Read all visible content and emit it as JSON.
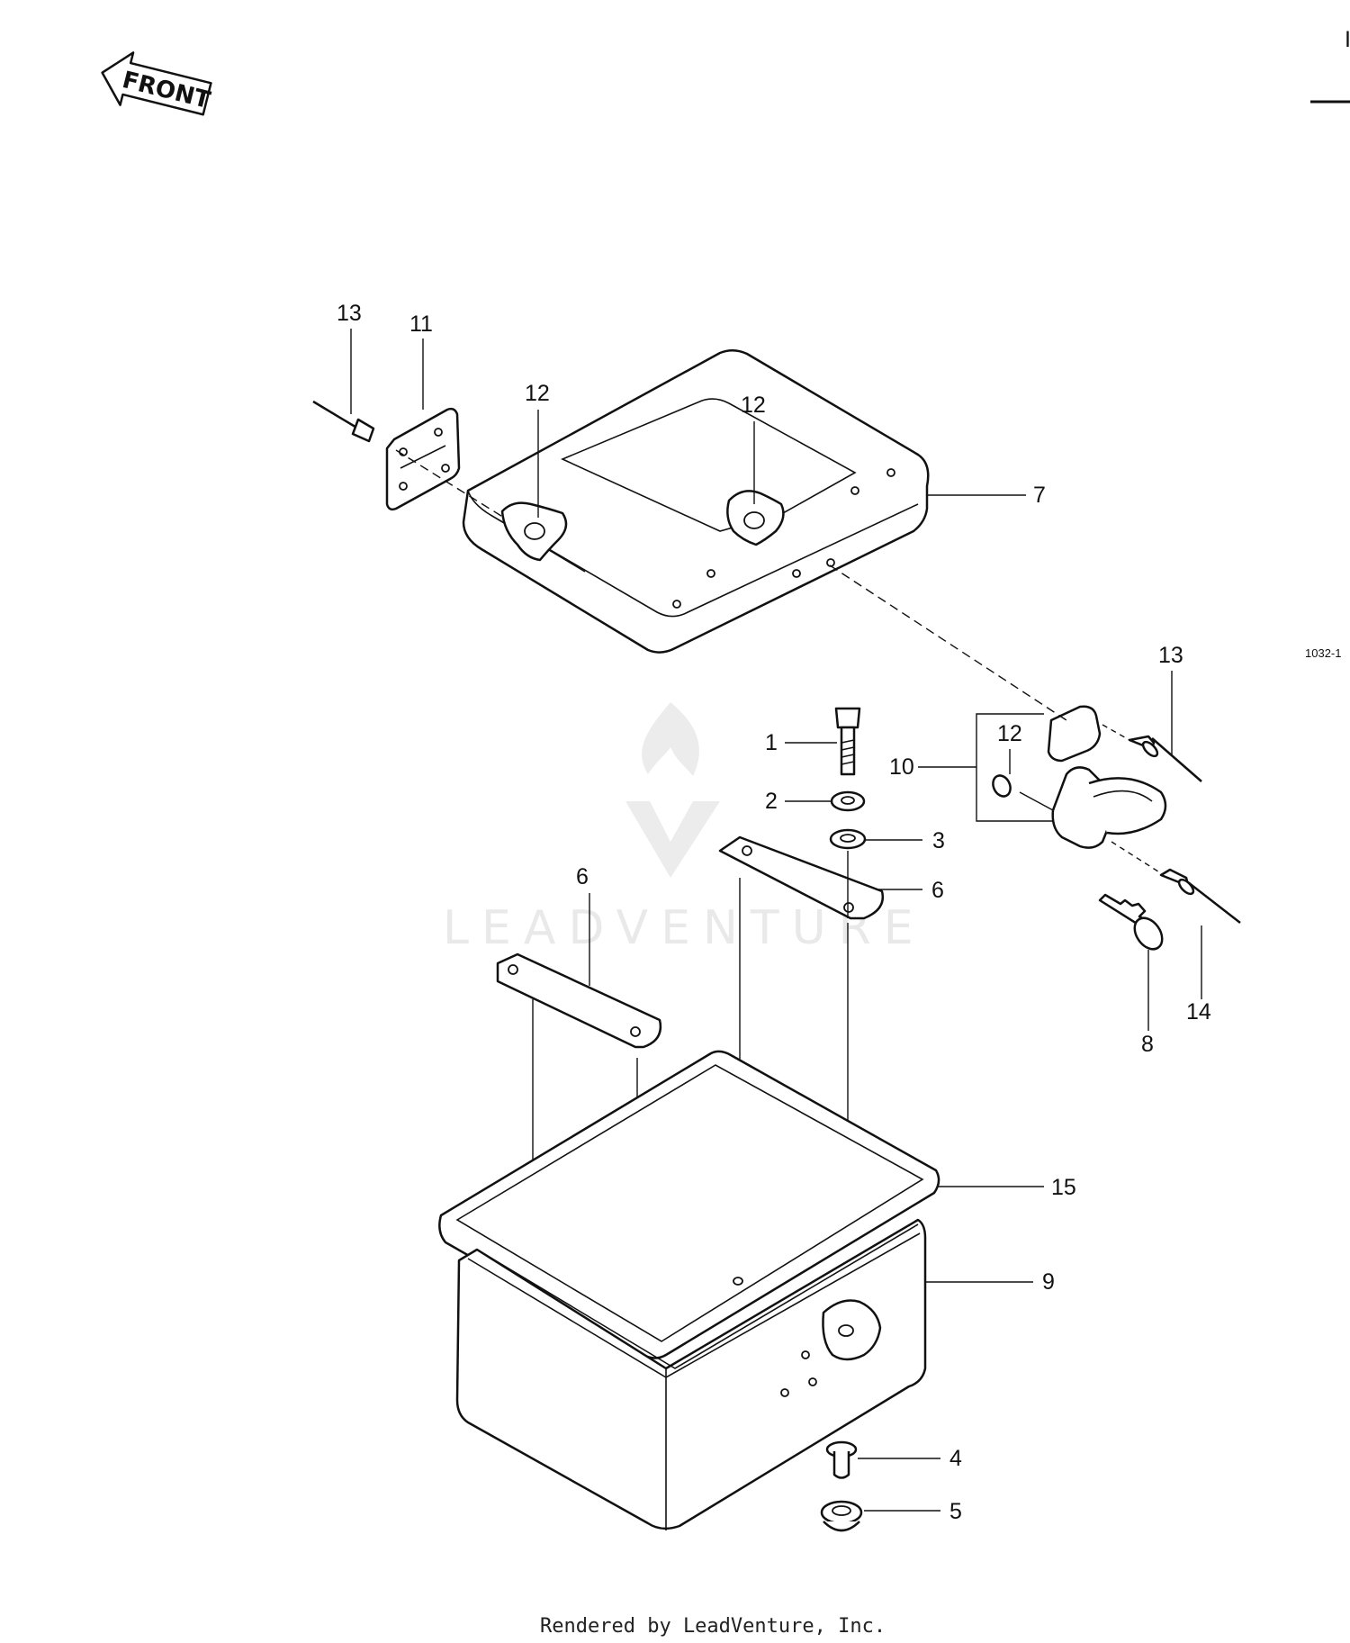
{
  "front_label": "FRONT",
  "figure_code": "1032-1",
  "watermark": "LEADVENTURE",
  "footer": "Rendered by LeadVenture, Inc.",
  "callouts": {
    "bolt": "1",
    "washer_lock": "2",
    "washer_flat": "3",
    "collar": "4",
    "grommet": "5",
    "bracket_left": "6",
    "bracket_right": "6",
    "lid": "7",
    "key": "8",
    "case": "9",
    "lock_set": "10",
    "hinge": "11",
    "damper_lid_left": "12",
    "damper_lid_right": "12",
    "damper_lock": "12",
    "pin_left": "13",
    "pin_right": "13",
    "pin_lower": "14",
    "seal": "15"
  }
}
